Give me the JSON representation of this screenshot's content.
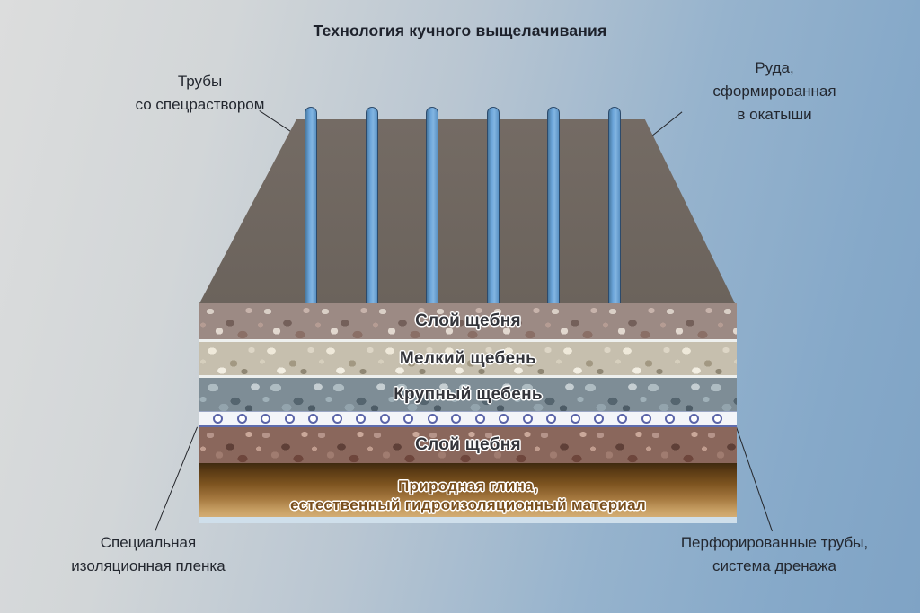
{
  "title": "Технология кучного выщелачивания",
  "annotations": {
    "pipes": {
      "lines": [
        "Трубы",
        "со спецраствором"
      ]
    },
    "ore": {
      "lines": [
        "Руда,",
        "сформированная",
        "в окатыши"
      ]
    },
    "film": {
      "lines": [
        "Специальная",
        "изоляционная пленка"
      ]
    },
    "drainage": {
      "lines": [
        "Перфорированные трубы,",
        "система дренажа"
      ]
    }
  },
  "heap": {
    "pipe_count": 6,
    "pipe_color": "#6ba4d9",
    "surface_color": "#6e665f"
  },
  "layers": [
    {
      "label": "Слой щебня",
      "type": "crushed-stone"
    },
    {
      "label": "Мелкий щебень",
      "type": "fine-crushed-stone"
    },
    {
      "label": "Крупный щебень",
      "type": "coarse-crushed-stone"
    },
    {
      "label": "Слой щебня",
      "type": "crushed-stone"
    },
    {
      "label_line1": "Природная глина,",
      "label_line2": "естественный гидроизоляционный материал",
      "type": "natural-clay"
    }
  ],
  "drainage_band": {
    "circle_count": 22,
    "ring_color": "#5a64a8",
    "film_line_color": "#5e6cae"
  }
}
